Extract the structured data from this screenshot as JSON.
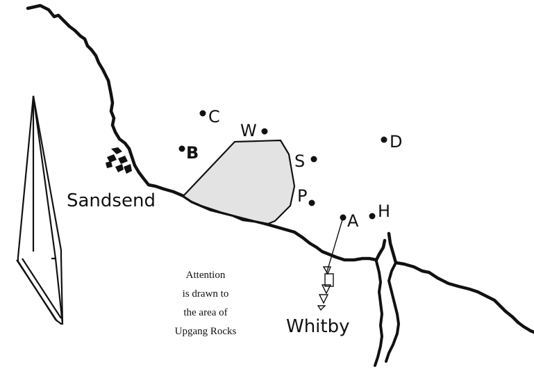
{
  "map": {
    "towns": {
      "sandsend": "Sandsend",
      "whitby": "Whitby"
    },
    "points": {
      "c": "C",
      "w": "W",
      "b": "B",
      "s": "S",
      "d": "D",
      "p": "P",
      "a": "A",
      "h": "H"
    },
    "note": {
      "line1": "Attention",
      "line2": "is drawn to",
      "line3": "the area of",
      "line4": "Upgang Rocks"
    },
    "colors": {
      "line": "#111111",
      "shaded_area": "#e3e3e3",
      "background": "#ffffff"
    },
    "icons": [
      "north-arrow-icon",
      "sandsend-building-icons",
      "whitby-abbey-icon"
    ]
  }
}
